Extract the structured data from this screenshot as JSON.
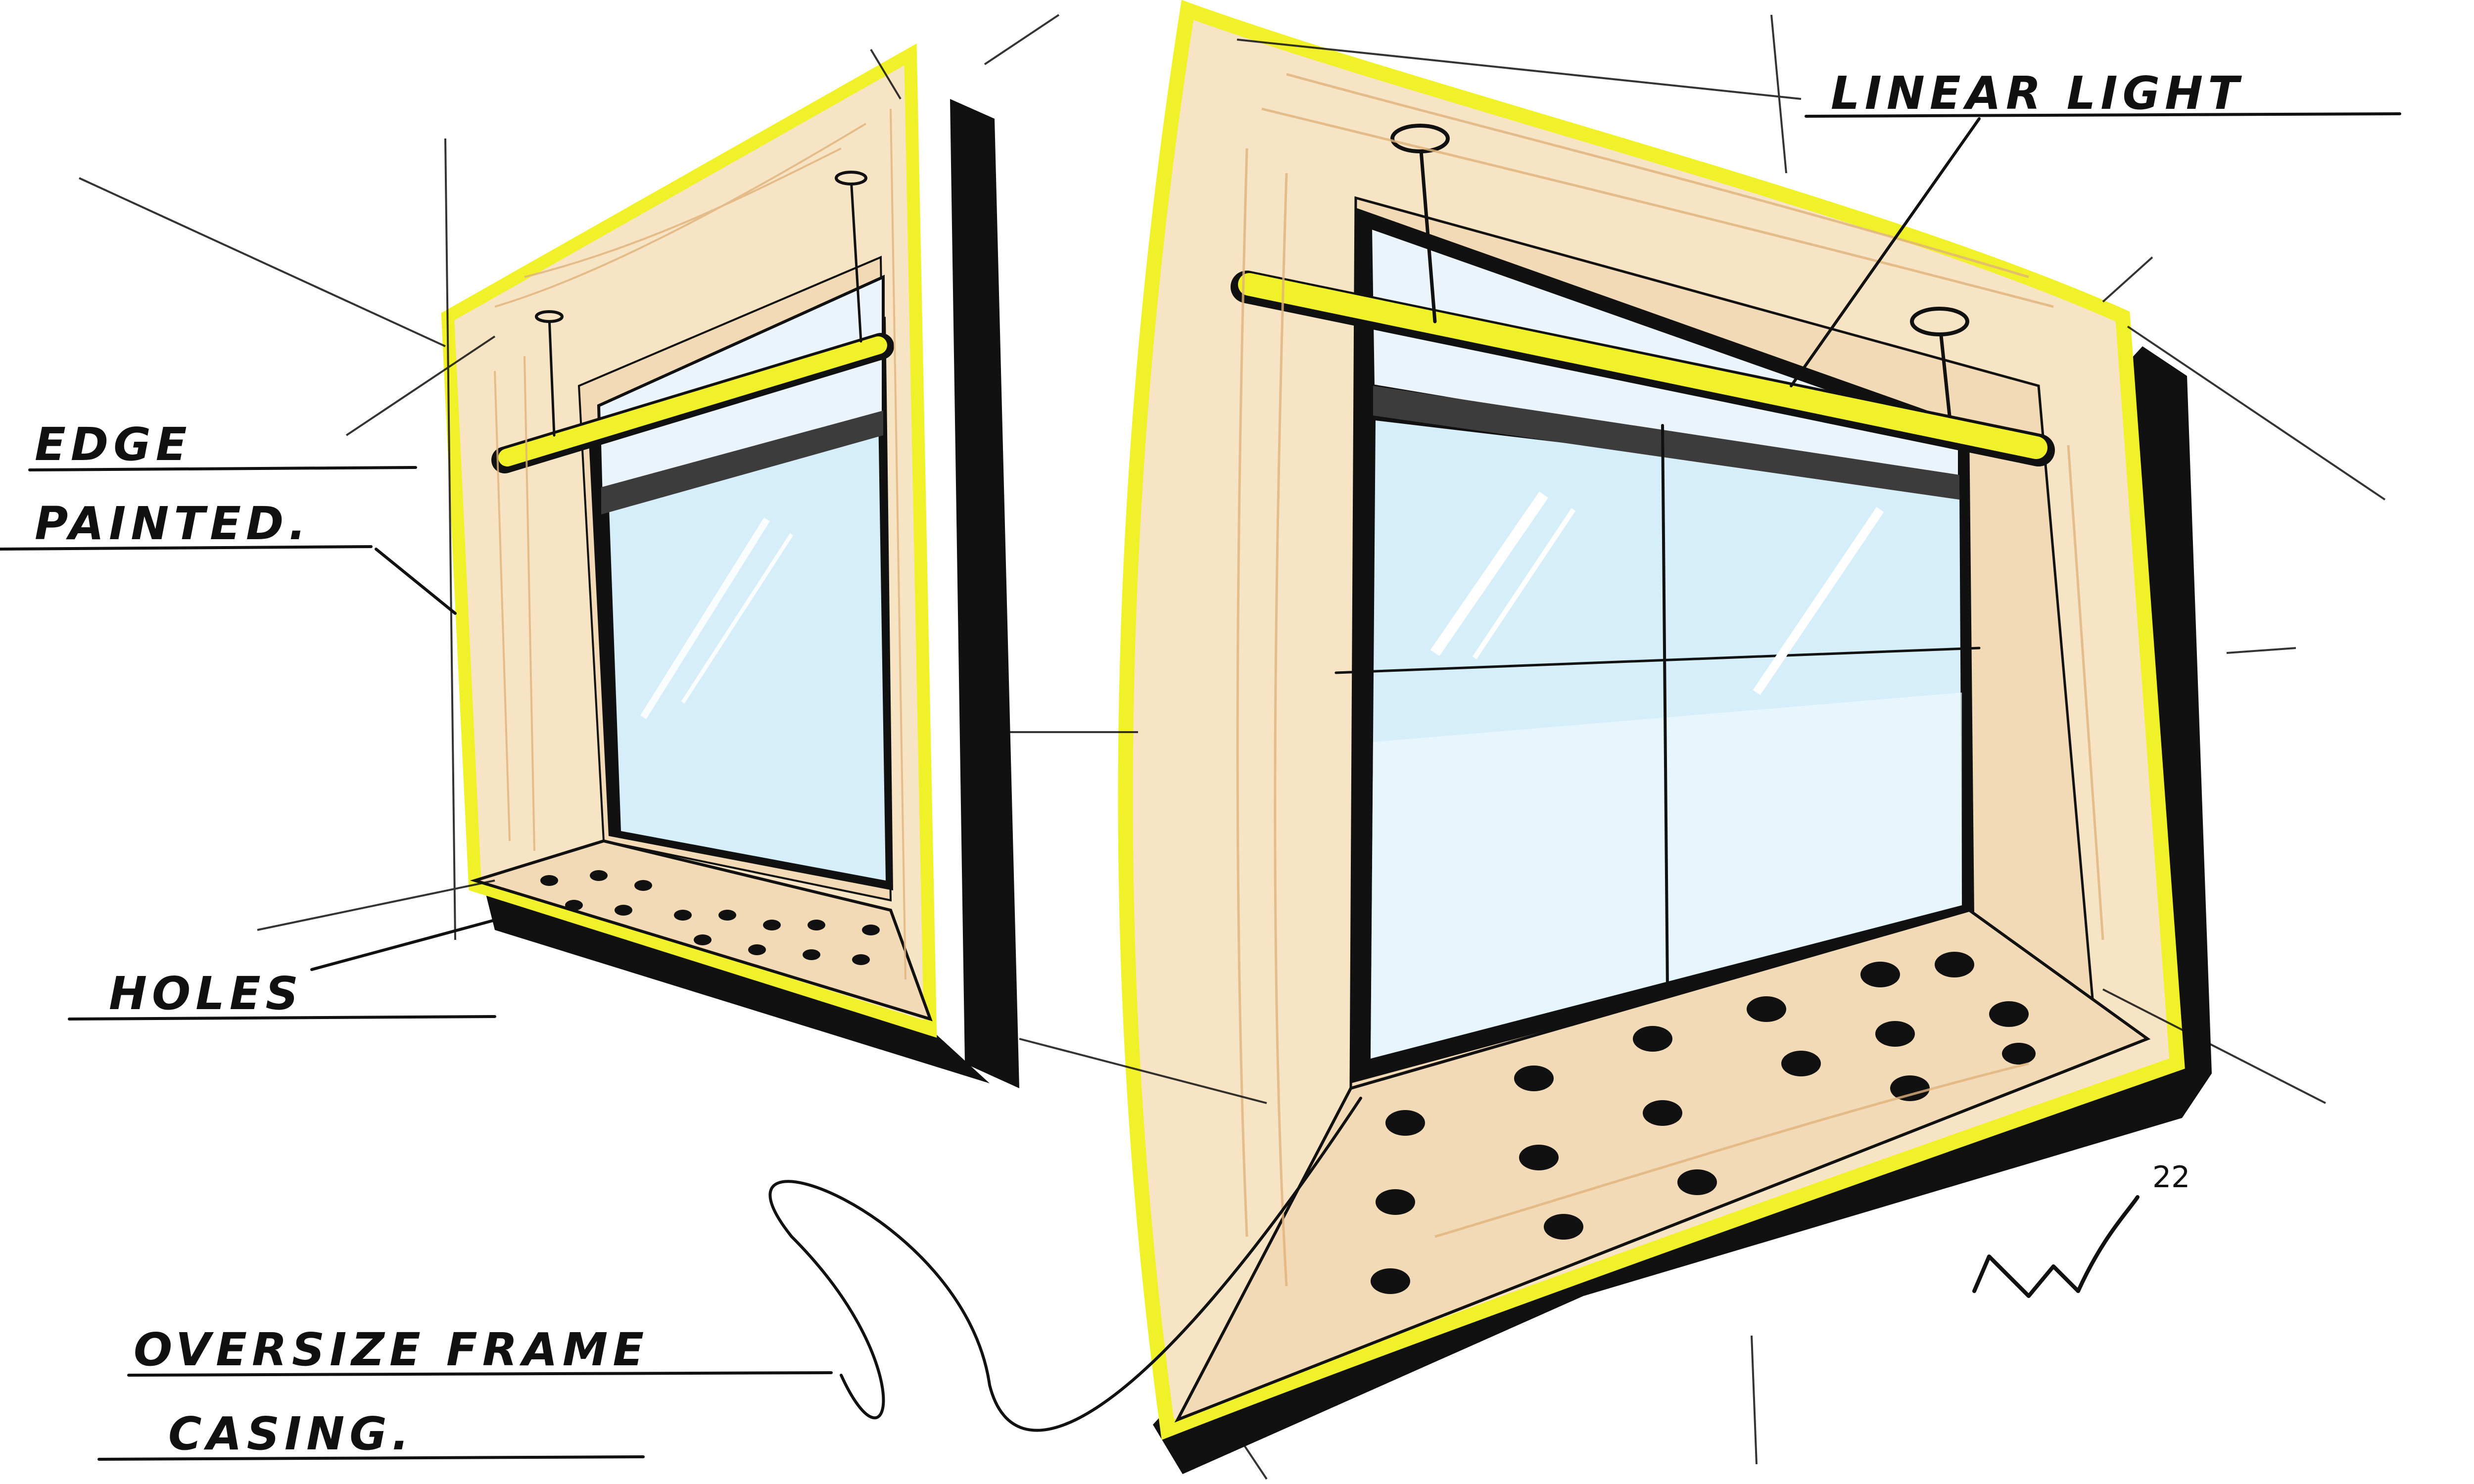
{
  "colors": {
    "ink": "#111111",
    "frame_edge": "#f1f12a",
    "edge_glow": "#f5f7a0",
    "wood": "#f7e4c4",
    "wood_grain": "#e0b37c",
    "glass": "#d6eef9",
    "glass_bottom": "#eef8fd",
    "shade": "#3c3c3c",
    "sill": "#f3dab6",
    "wood_shadow": "#f7dcb8"
  },
  "labels": {
    "edge_painted_line1": "EDGE",
    "edge_painted_line2": "PAINTED.",
    "holes": "HOLES",
    "oversize_line1": "OVERSIZE FRAME",
    "oversize_line2": "CASING.",
    "linear_light": "LINEAR LIGHT"
  },
  "signature": {
    "mark": "M",
    "year": "22"
  }
}
